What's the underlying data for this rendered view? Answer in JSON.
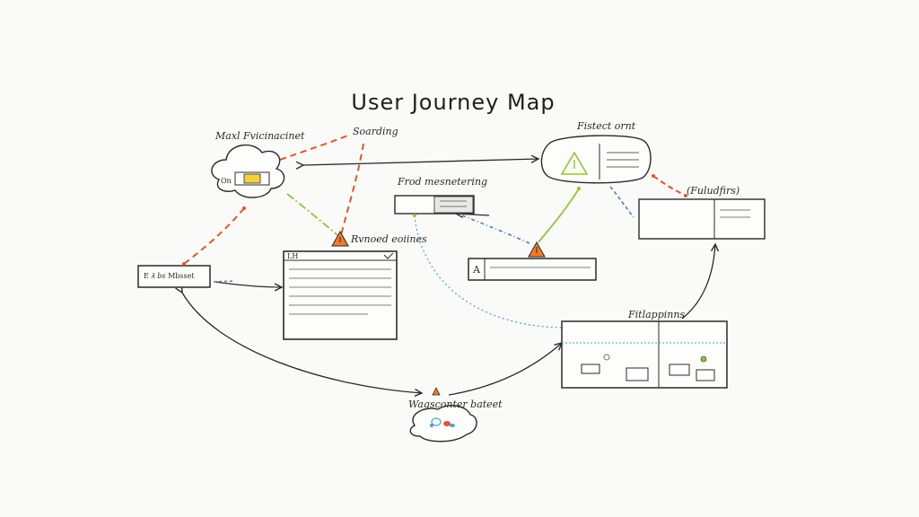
{
  "diagram": {
    "title": "User Journey Map",
    "nodes": {
      "cloud_top_left": {
        "label": "Maxl Fvicinacinet"
      },
      "top_label_center": {
        "label": "Soarding"
      },
      "cloud_top_right": {
        "label": "Fistect ornt"
      },
      "bar_middle": {
        "label": "Frod mesnetering"
      },
      "side_box_right": {
        "label": "(Fuludfirs)"
      },
      "card_left": {
        "text": "E 𝜆 𝑏𝑠  Mbsset"
      },
      "warning_center": {
        "label": "Rvnoed eoiines"
      },
      "input_box": {
        "letter": "A"
      },
      "dashboard_box": {
        "label": "Fitlappinns"
      },
      "cloud_bottom": {
        "label": "Wagsconter bateet"
      }
    },
    "colors": {
      "ink": "#2a2a2a",
      "orange_dashed": "#e0562a",
      "green": "#8fc63a",
      "blue_dashed": "#4a7fc4",
      "warning_fill": "#f07a2a",
      "warning_yellow": "#f4d23c"
    }
  }
}
